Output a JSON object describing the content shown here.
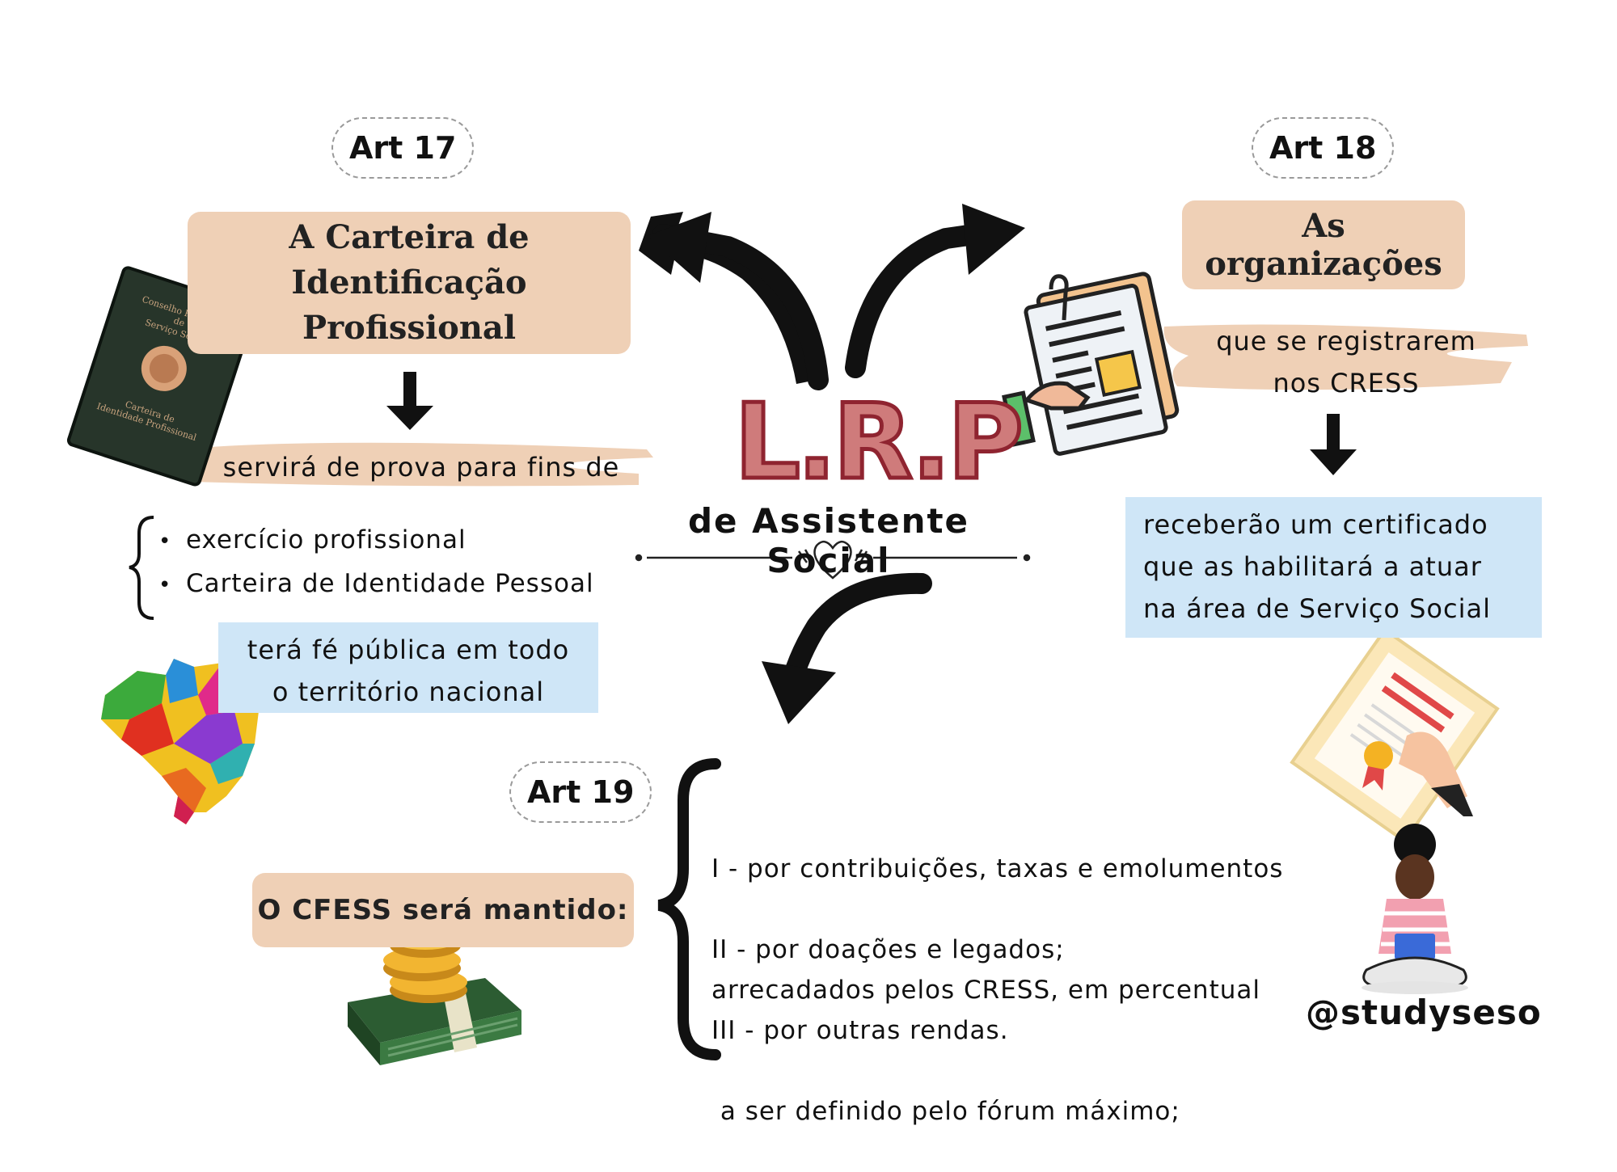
{
  "center": {
    "title": "L.R.P",
    "subtitle": "de Assistente Social"
  },
  "art17": {
    "tag": "Art 17",
    "box_line1": "A Carteira de Identificação",
    "box_line2": "Profissional",
    "card_text_top": "Conselho Regional de Serviço Social",
    "card_text_bottom": "Carteira de Identidade Profissional",
    "stroke_text": "servirá de prova para fins de",
    "bullets": [
      "exercício profissional",
      "Carteira de Identidade Pessoal"
    ],
    "blue_line1": "terá fé pública em todo",
    "blue_line2": "o território nacional"
  },
  "art18": {
    "tag": "Art 18",
    "box_text": "As organizações",
    "stroke_line1": "que se registrarem",
    "stroke_line2": "nos CRESS",
    "blue_line1": "receberão um certificado",
    "blue_line2": "que as habilitará a atuar",
    "blue_line3": "na área de Serviço Social"
  },
  "art19": {
    "tag": "Art 19",
    "box_text": "O CFESS será mantido:",
    "items": [
      "I - por contribuições, taxas e emolumentos",
      "arrecadados pelos CRESS, em percentual",
      " a ser definido pelo fórum máximo;",
      "II - por doações e legados;",
      "III - por outras rendas."
    ]
  },
  "handle": "@studyseso",
  "colors": {
    "peach": "#efd0b6",
    "blue": "#cfe6f7",
    "lrp_fill": "#cf7b7b",
    "lrp_stroke": "#8f2430"
  }
}
